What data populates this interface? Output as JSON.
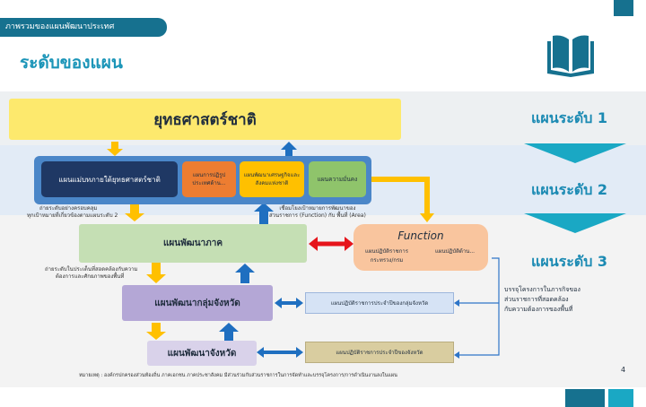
{
  "header": {
    "tab_label": "ภาพรวมของแผนพัฒนาประเทศ",
    "title": "ระดับของแผน"
  },
  "levels": {
    "level1": "แผนระดับ 1",
    "level2": "แผนระดับ 2",
    "level3": "แผนระดับ 3"
  },
  "boxes": {
    "strategy": "ยุทธศาสตร์ชาติ",
    "master_plan": "แผนแม่บทภายใต้ยุทธศาสตร์ชาติ",
    "reform": "แผนการปฏิรูปประเทศด้าน...",
    "nesdp": "แผนพัฒนาเศรษฐกิจและสังคมแห่งชาติ",
    "security": "แผนความมั่นคง",
    "regional": "แผนพัฒนาภาค",
    "function_title": "Function",
    "function_left": "แผนปฏิบัติราชการ กระทรวง/กรม",
    "function_right": "แผนปฏิบัติด้าน...",
    "cluster": "แผนพัฒนากลุ่มจังหวัด",
    "cluster_action": "แผนปฏิบัติราชการประจำปีของกลุ่มจังหวัด",
    "province": "แผนพัฒนาจังหวัด",
    "province_action": "แผนปฏิบัติราชการประจำปีของจังหวัด"
  },
  "notes": {
    "translate_line1": "ถ่ายระดับอย่างครอบคลุม",
    "translate_line2": "ทุกเป้าหมายที่เกี่ยวข้องตามแผนระดับ  2",
    "link_line1": "เชื่อมโยงเป้าหมายการพัฒนาของ",
    "link_line2": "ส่วนราชการ (Function) กับ  พื้นที่  (Area)",
    "area_line1": "ถ่ายระดับในประเด็นที่สอดคล้องกับความ",
    "area_line2": "ต้องการและศักยภาพของพื้นที่",
    "right_line1": "บรรจุโครงการในภารกิจของ",
    "right_line2": "ส่วนราชการที่สอดคล้อง",
    "right_line3": "กับความต้องการของพื้นที่",
    "footnote": "หมายเหตุ : องค์กรปกครองส่วนท้องถิ่น  ภาคเอกชน  ภาคประชาสังคม  มีส่วนร่วมกับส่วนราชการในการจัดทำและบรรจุโครงการ/การดำเนินงานลงในแผน"
  },
  "page_number": "4",
  "icons": {
    "book": "open-book-icon"
  },
  "colors": {
    "teal": "#16718f",
    "accent_blue": "#1b95b8",
    "yellow": "#fde96d",
    "navy": "#1f3864",
    "orange": "#ed7d31",
    "gold": "#ffc000",
    "green": "#8fc46b",
    "light_green": "#c5dfb4",
    "peach": "#f9c59e",
    "lavender": "#b4a7d6",
    "light_lavender": "#d9d2ea",
    "pale_blue": "#d6e3f5",
    "khaki": "#d9cda0",
    "arrow_red": "#e6141b",
    "arrow_blue": "#1f6fc0",
    "arrow_yellow": "#ffc000"
  }
}
